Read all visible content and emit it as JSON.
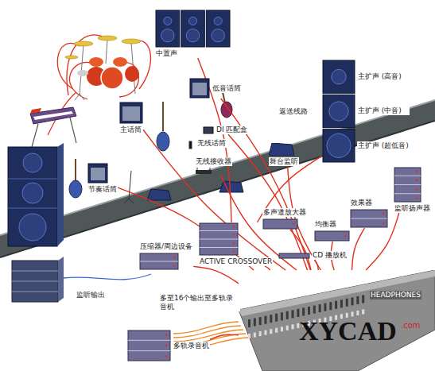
{
  "diagram": {
    "nodes": [
      {
        "text": [
          "中置声"
        ]
      },
      {
        "text": [
          "主扩声 (高音)",
          "主扩声 (中音)",
          "主扩声 (超低音)"
        ]
      },
      {
        "text": [
          "低音话筒"
        ]
      },
      {
        "text": [
          "主话筒"
        ]
      },
      {
        "text": [
          "DI 匹配盒"
        ]
      },
      {
        "text": [
          "舞台监听"
        ]
      },
      {
        "text": [
          "无线接收器"
        ]
      },
      {
        "text": [
          "监听扬声器"
        ]
      },
      {
        "text": [
          "节奏话筒"
        ]
      },
      {
        "text": [
          "效果器"
        ]
      },
      {
        "text": [
          "多声道放大器"
        ]
      },
      {
        "text": [
          "均衡器"
        ]
      },
      {
        "text": [
          "ACTIVE CROSSOVER"
        ]
      },
      {
        "text": [
          "压缩器/周边设备"
        ]
      },
      {
        "text": [
          "CD 播放机"
        ]
      },
      {
        "text": [
          "HEADPHONES"
        ]
      },
      {
        "text": [
          "多轨录音机"
        ]
      }
    ],
    "edges": [
      {
        "from": 2,
        "to": 15,
        "arrow": "none"
      },
      {
        "from": 3,
        "to": 15,
        "arrow": "none"
      },
      {
        "from": 4,
        "to": 15,
        "arrow": "none"
      },
      {
        "from": 6,
        "to": 15,
        "arrow": "none"
      },
      {
        "from": 8,
        "to": 15,
        "arrow": "none"
      },
      {
        "from": 15,
        "to": 12,
        "arrow": "none"
      },
      {
        "from": 12,
        "to": 1,
        "arrow": "none"
      },
      {
        "from": 12,
        "to": 0,
        "arrow": "none"
      },
      {
        "from": 15,
        "to": 9,
        "arrow": "none"
      },
      {
        "from": 15,
        "to": 10,
        "arrow": "none"
      },
      {
        "from": 15,
        "to": 11,
        "arrow": "none"
      },
      {
        "from": 15,
        "to": 13,
        "arrow": "none"
      },
      {
        "from": 14,
        "to": 15,
        "arrow": "none"
      },
      {
        "from": 15,
        "to": 16,
        "arrow": "none"
      },
      {
        "from": 15,
        "to": 5,
        "arrow": "none"
      },
      {
        "from": 15,
        "to": 7,
        "arrow": "none"
      }
    ],
    "labels": [
      "无线话筒",
      "返送线路",
      "监听输出",
      "多至16个输出至多轨录音机",
      "XYCAD",
      ".com"
    ]
  }
}
